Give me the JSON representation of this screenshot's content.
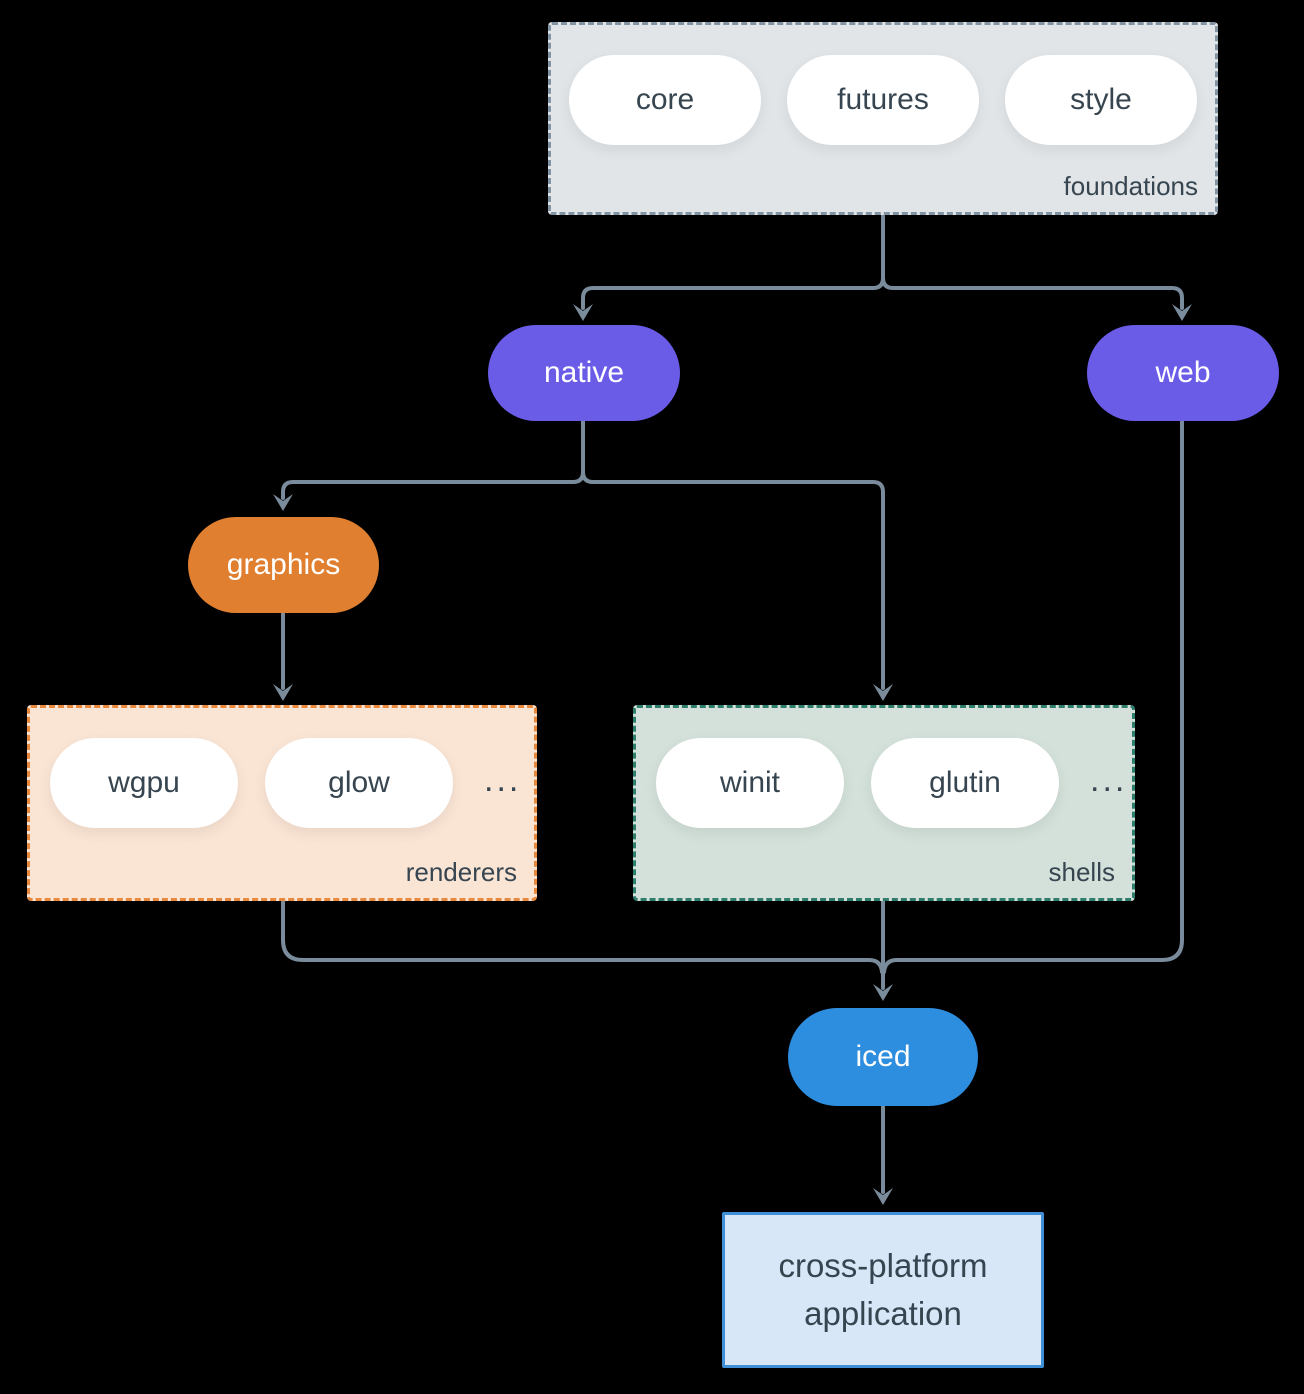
{
  "diagram": {
    "background_color": "#000000",
    "connector_color": "#7a8b9b",
    "text_color": "#36454f",
    "groups": {
      "foundations": {
        "label": "foundations",
        "fill": "#e1e5e8",
        "border_color": "#8293a3",
        "items": [
          "core",
          "futures",
          "style"
        ]
      },
      "renderers": {
        "label": "renderers",
        "fill": "#fae4d4",
        "border_color": "#e8883c",
        "items": [
          "wgpu",
          "glow"
        ],
        "ellipsis": "..."
      },
      "shells": {
        "label": "shells",
        "fill": "#d3e1da",
        "border_color": "#2e7d6d",
        "items": [
          "winit",
          "glutin"
        ],
        "ellipsis": "..."
      }
    },
    "nodes": {
      "native": {
        "label": "native",
        "fill": "#6b5ce8"
      },
      "web": {
        "label": "web",
        "fill": "#6b5ce8"
      },
      "graphics": {
        "label": "graphics",
        "fill": "#e07f30"
      },
      "iced": {
        "label": "iced",
        "fill": "#2d8dde"
      },
      "application": {
        "label_line1": "cross-platform",
        "label_line2": "application",
        "fill": "#d8e7f8",
        "border_color": "#4090d8"
      }
    },
    "edges": [
      {
        "from": "foundations",
        "to": "native"
      },
      {
        "from": "foundations",
        "to": "web"
      },
      {
        "from": "native",
        "to": "graphics"
      },
      {
        "from": "native",
        "to": "shells"
      },
      {
        "from": "graphics",
        "to": "renderers"
      },
      {
        "from": "renderers",
        "to": "iced"
      },
      {
        "from": "shells",
        "to": "iced"
      },
      {
        "from": "web",
        "to": "iced"
      },
      {
        "from": "iced",
        "to": "application"
      }
    ]
  }
}
